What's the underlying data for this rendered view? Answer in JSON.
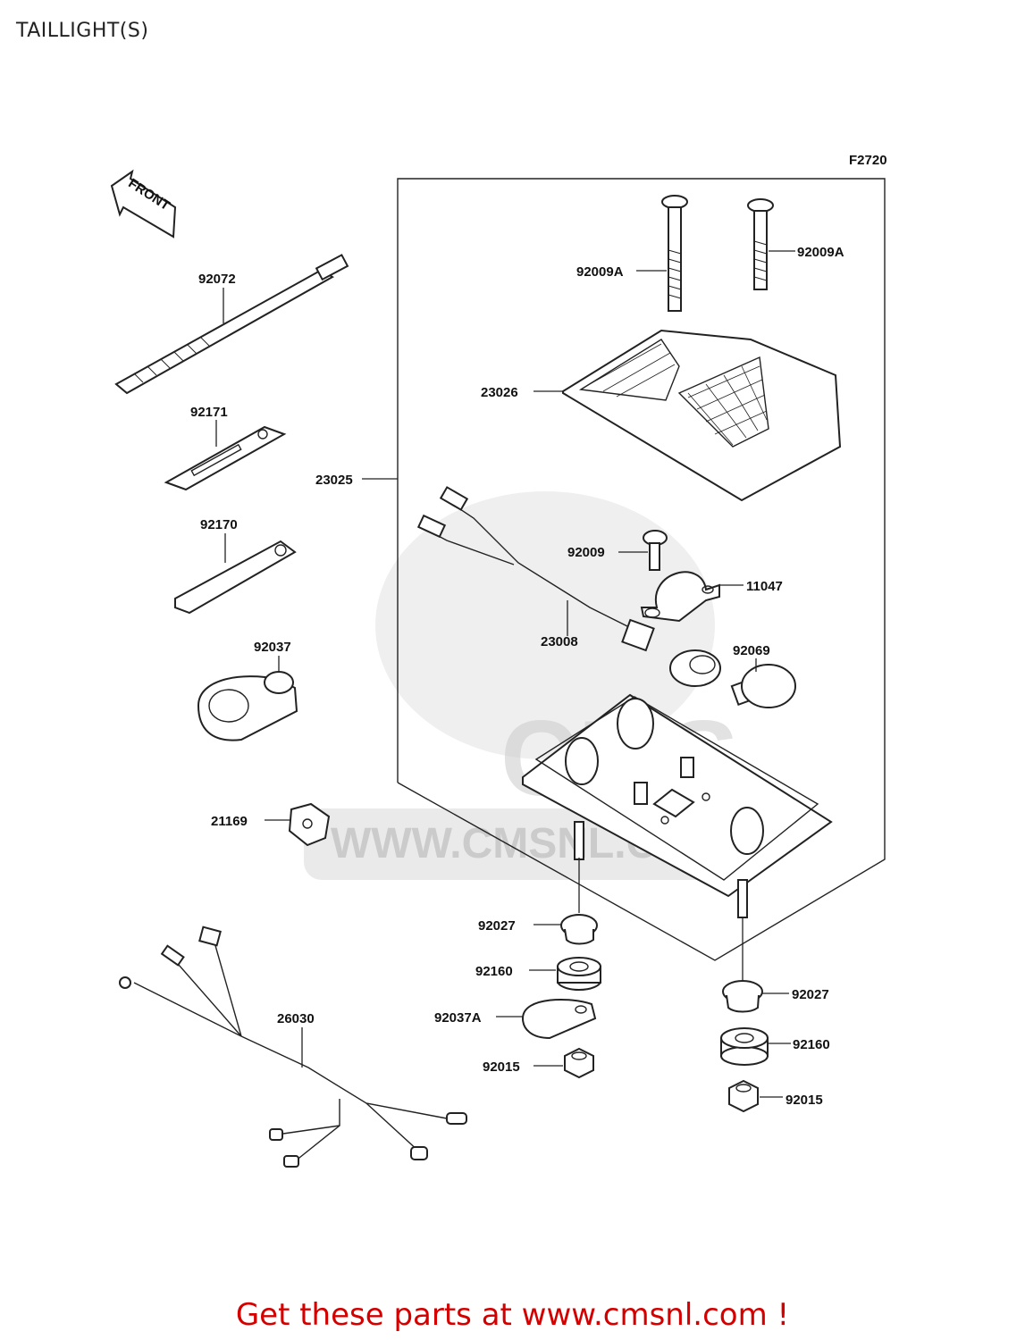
{
  "title": "TAILLIGHT(S)",
  "figure_code": "F2720",
  "front_arrow": "FRONT",
  "watermark": "WWW.CMSNL.COM",
  "watermark_logo": "CMS",
  "footer": "Get these parts at www.cmsnl.com !",
  "colors": {
    "footer": "#d40000",
    "line": "#222222",
    "watermark": "#d0d0d0"
  },
  "labels": {
    "p92072": "92072",
    "p92171": "92171",
    "p92170": "92170",
    "p92037": "92037",
    "p21169": "21169",
    "p26030": "26030",
    "p23025": "23025",
    "p92009A_left": "92009A",
    "p92009A_right": "92009A",
    "p23026": "23026",
    "p92009": "92009",
    "p11047": "11047",
    "p23008": "23008",
    "p92069": "92069",
    "p92027_left": "92027",
    "p92160_left": "92160",
    "p92037A": "92037A",
    "p92015_left": "92015",
    "p92027_right": "92027",
    "p92160_right": "92160",
    "p92015_right": "92015"
  }
}
